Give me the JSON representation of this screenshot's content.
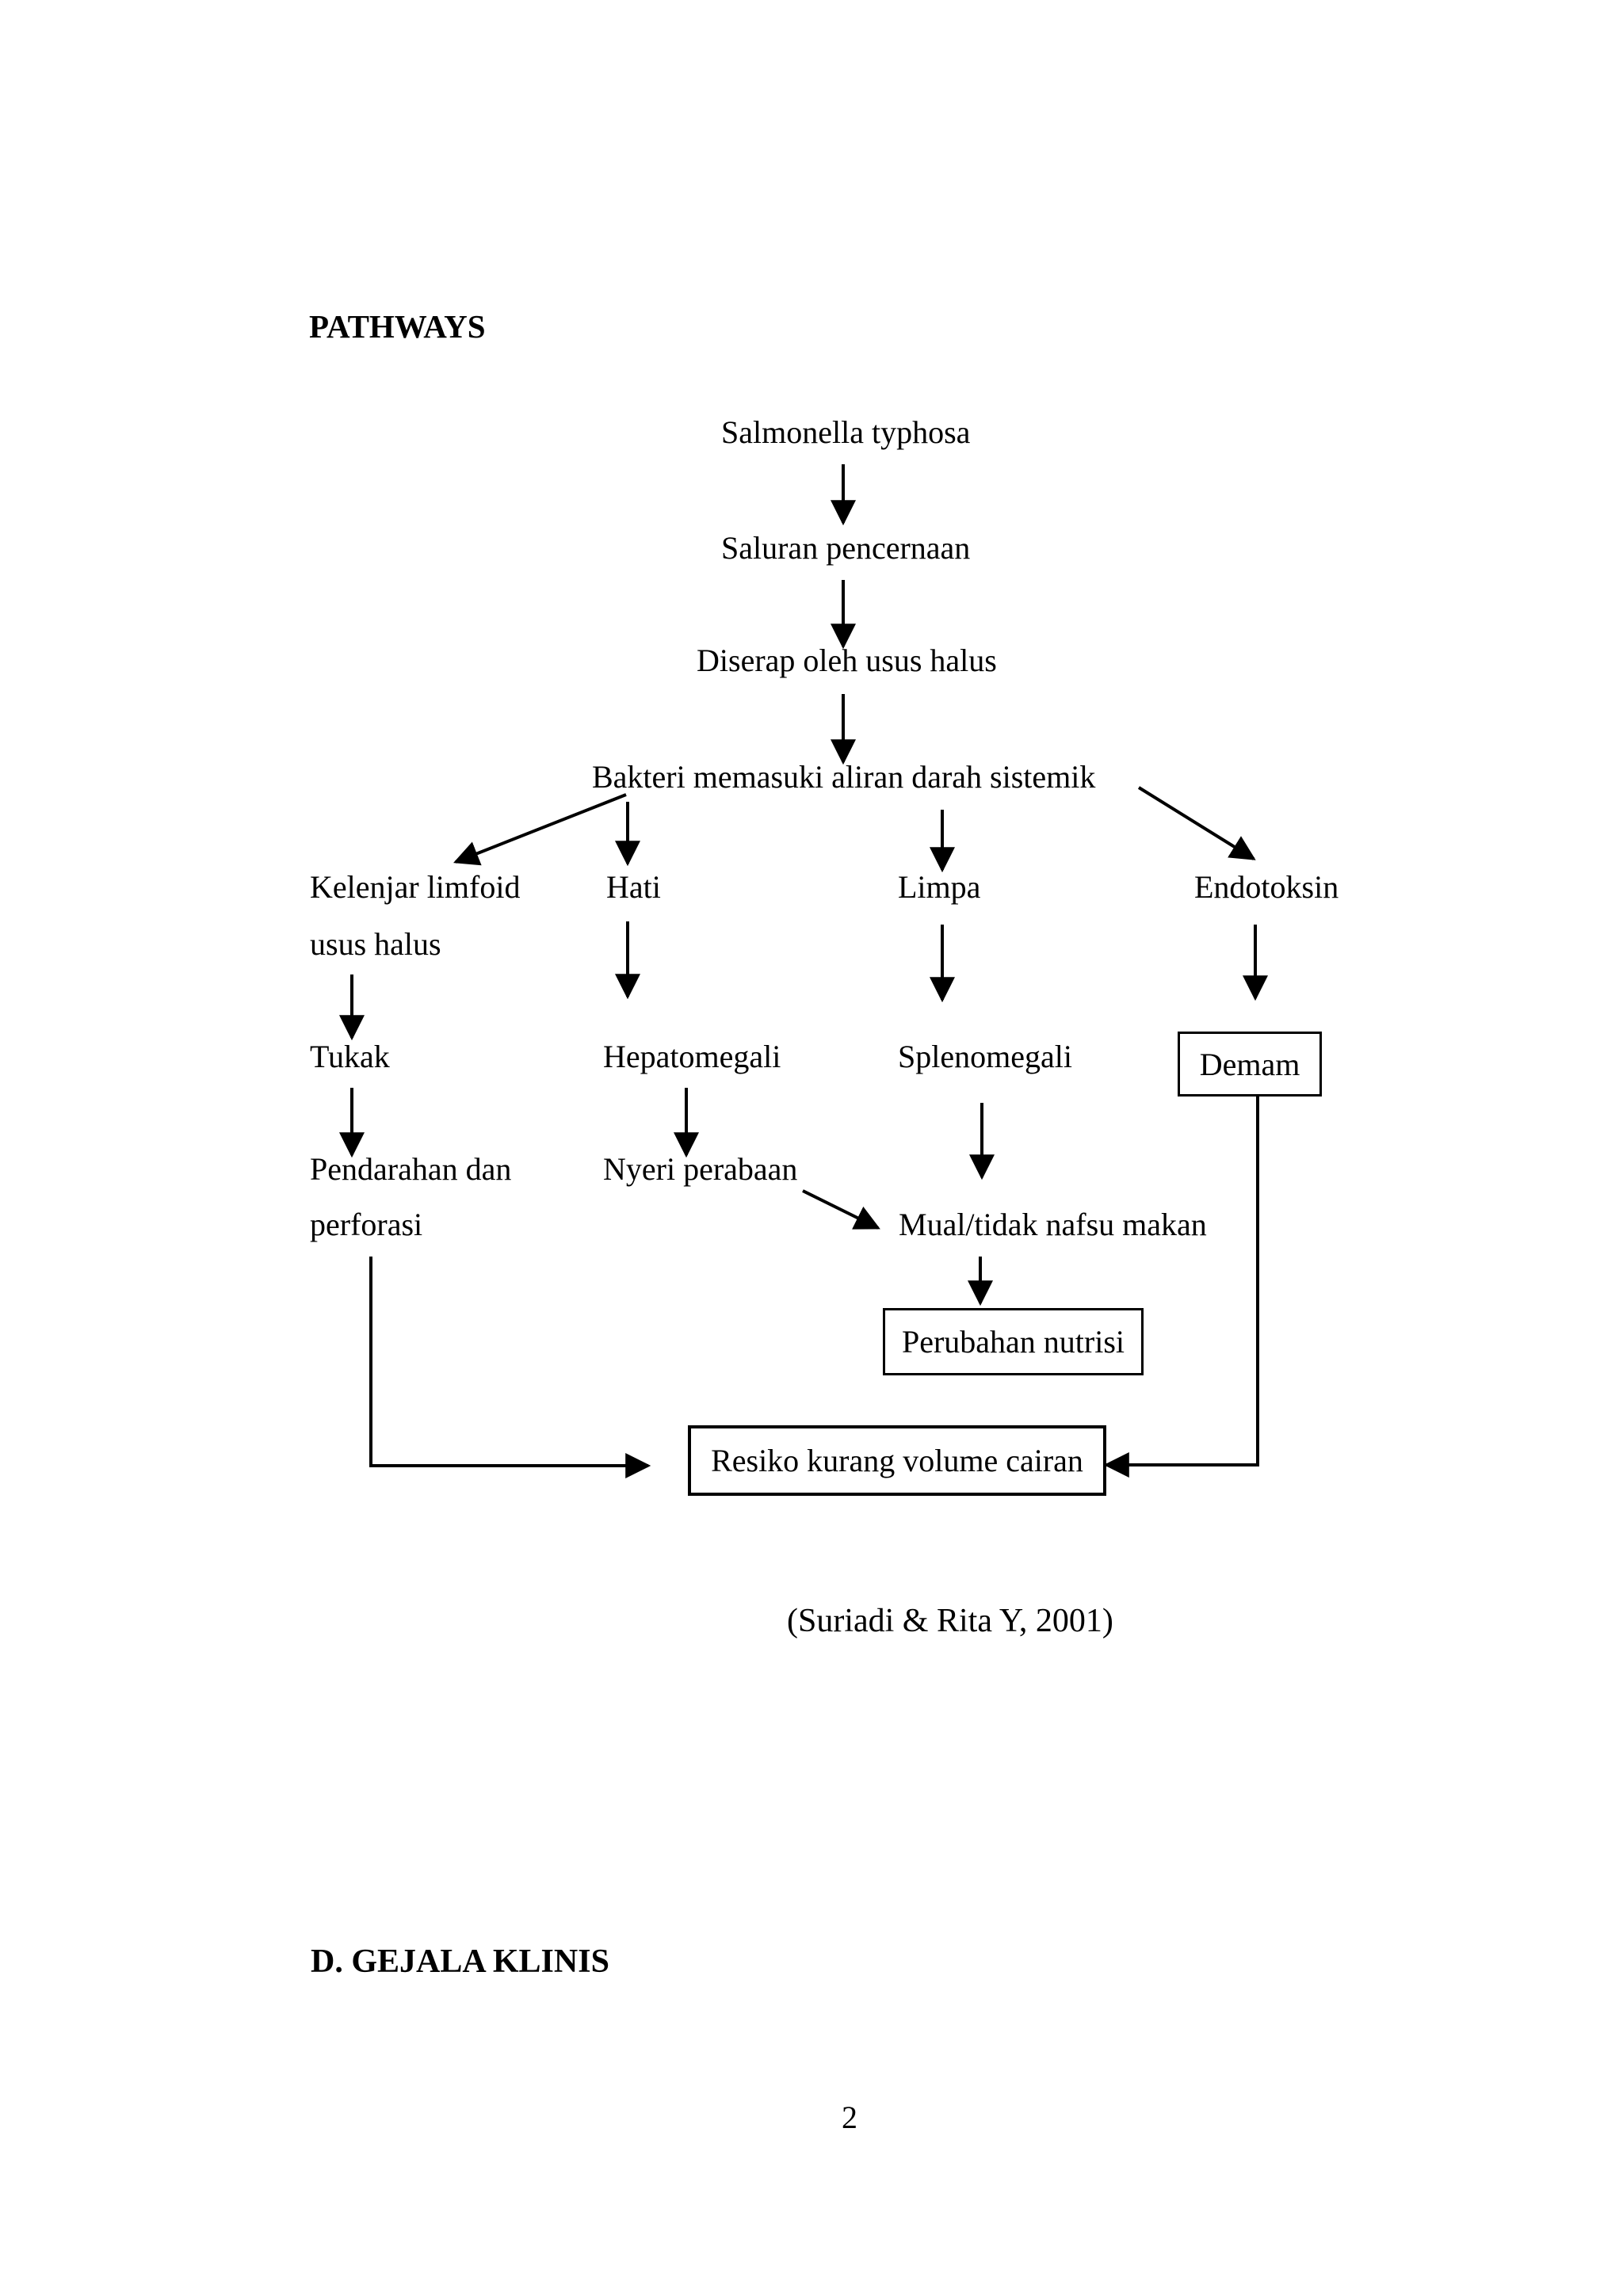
{
  "page": {
    "title": "PATHWAYS",
    "section_heading": "D. GEJALA KLINIS",
    "citation": "(Suriadi & Rita Y, 2001)",
    "page_number": "2"
  },
  "diagram": {
    "salmonella": "Salmonella typhosa",
    "saluran": "Saluran pencernaan",
    "diserap": "Diserap oleh usus halus",
    "bakteri": "Bakteri memasuki aliran darah sistemik",
    "kelenjar_line1": "Kelenjar limfoid",
    "kelenjar_line2": "usus halus",
    "hati": "Hati",
    "limpa": "Limpa",
    "endotoksin": "Endotoksin",
    "tukak": "Tukak",
    "hepatomegali": "Hepatomegali",
    "splenomegali": "Splenomegali",
    "demam": "Demam",
    "pendarahan_line1": "Pendarahan dan",
    "pendarahan_line2": "perforasi",
    "nyeri": "Nyeri perabaan",
    "mual": "Mual/tidak nafsu makan",
    "perubahan": "Perubahan nutrisi",
    "resiko": "Resiko kurang volume cairan"
  },
  "colors": {
    "ink": "#000000",
    "paper": "#ffffff"
  }
}
